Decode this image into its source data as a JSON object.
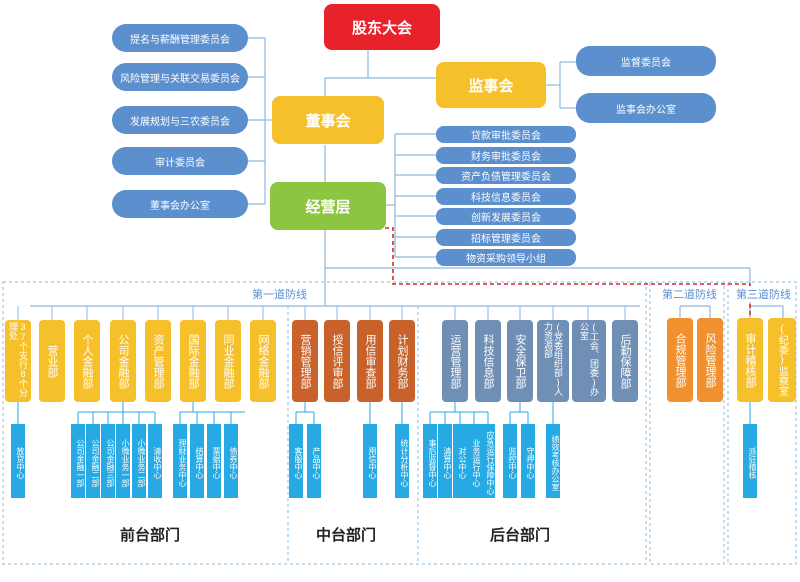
{
  "top": {
    "shareholders": "股东大会",
    "board": "董事会",
    "supervisors": "监事会",
    "management": "经营层"
  },
  "board_committees": [
    "提名与薪酬管理委员会",
    "风险管理与关联交易委员会",
    "发展规划与三农委员会",
    "审计委员会",
    "董事会办公室"
  ],
  "supervisor_committees": [
    "监督委员会",
    "监事会办公室"
  ],
  "mgmt_committees": [
    "贷款审批委员会",
    "财务审批委员会",
    "资产负债管理委员会",
    "科技信息委员会",
    "创新发展委员会",
    "招标管理委员会",
    "物资采购领导小组"
  ],
  "defense_lines": {
    "first": "第一道防线",
    "second": "第二道防线",
    "third": "第三道防线"
  },
  "front": {
    "label": "前台部门",
    "depts": [
      "37个支行8个分理处",
      "营业部",
      "个人金融部",
      "公司金融部",
      "资产管理部",
      "国际金融部",
      "同业金融部",
      "网络金融部"
    ],
    "leaves": [
      "放贷中心",
      "公司金融一部",
      "公司金融二部",
      "公司金融三部",
      "小微业务一部",
      "小微业务二部",
      "清收中心",
      "理财业务中心",
      "结算中心",
      "票据中心",
      "债券中心"
    ]
  },
  "middle": {
    "label": "中台部门",
    "depts": [
      "营销管理部",
      "授信评审部",
      "用信审查部",
      "计划财务部"
    ],
    "leaves": [
      "客服中心",
      "产品中心",
      "用信中心",
      "统计分析中心"
    ]
  },
  "back": {
    "label": "后台部门",
    "depts": [
      "运营管理部",
      "科技信息部",
      "安全保卫部",
      "(党委组织部)人力资源部",
      "(工会、团委)办公室",
      "后勤保障部"
    ],
    "leaves": [
      "事后监督中心",
      "清算中心",
      "对公中心",
      "业务运行中心",
      "应急运行保障中心",
      "监控中心",
      "守押中心",
      "绩效考核办公室"
    ]
  },
  "second_line": {
    "depts": [
      "合规管理部",
      "风险管理部"
    ]
  },
  "third_line": {
    "depts": [
      "审计稽核部",
      "(纪委)监察室"
    ],
    "leaves": [
      "派驻稽核"
    ]
  }
}
